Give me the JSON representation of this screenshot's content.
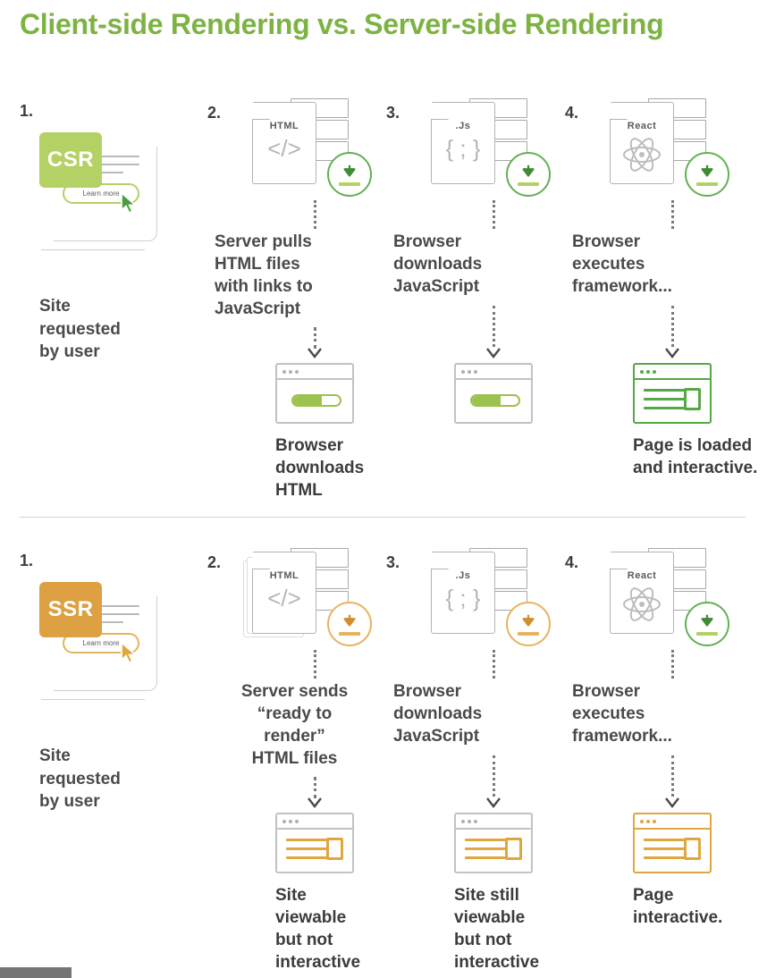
{
  "title": "Client-side Rendering vs. Server-side Rendering",
  "colors": {
    "title_green": "#7cb342",
    "csr_badge_green": "#b4d166",
    "ssr_badge_orange": "#dda043",
    "accent_green": "#56a845",
    "accent_orange": "#e0a63f",
    "text_grey": "#4a4a4a",
    "line_grey": "#c2c2c2"
  },
  "rows": [
    {
      "id": "csr",
      "badge_label": "CSR",
      "badge_color": "#b4d166",
      "pill_label": "Learn more",
      "steps": [
        {
          "number": "1.",
          "caption": "Site\nrequested\nby user"
        },
        {
          "number": "2.",
          "doc_label": "HTML",
          "doc_glyph": "</>",
          "download_color": "green",
          "text": "Server pulls\nHTML files\nwith links to\nJavaScript",
          "align": "left",
          "browser": {
            "style": "progress",
            "frame": "grey",
            "result": "Browser\ndownloads\nHTML"
          }
        },
        {
          "number": "3.",
          "doc_label": ".Js",
          "doc_glyph": "{ ; }",
          "download_color": "green",
          "text": "Browser\ndownloads\nJavaScript",
          "align": "left",
          "browser": {
            "style": "progress",
            "frame": "grey",
            "result": ""
          }
        },
        {
          "number": "4.",
          "doc_label": "React",
          "doc_glyph": "atom-icon",
          "download_color": "green",
          "text": "Browser\nexecutes\nframework...",
          "align": "left",
          "browser": {
            "style": "content",
            "frame": "green",
            "result": "Page is loaded\nand interactive."
          }
        }
      ]
    },
    {
      "id": "ssr",
      "badge_label": "SSR",
      "badge_color": "#dda043",
      "pill_label": "Learn more",
      "steps": [
        {
          "number": "1.",
          "caption": "Site\nrequested\nby user"
        },
        {
          "number": "2.",
          "doc_label": "HTML",
          "doc_glyph": "</>",
          "download_color": "orange",
          "text": "Server sends\n“ready to\nrender”\nHTML files",
          "align": "center",
          "browser": {
            "style": "content",
            "frame": "grey",
            "content_color": "orange",
            "result": "Site\nviewable\nbut not\ninteractive"
          }
        },
        {
          "number": "3.",
          "doc_label": ".Js",
          "doc_glyph": "{ ; }",
          "download_color": "orange",
          "text": "Browser\ndownloads\nJavaScript",
          "align": "left",
          "browser": {
            "style": "content",
            "frame": "grey",
            "content_color": "orange",
            "result": "Site still\nviewable\nbut not\ninteractive"
          }
        },
        {
          "number": "4.",
          "doc_label": "React",
          "doc_glyph": "atom-icon",
          "download_color": "green",
          "text": "Browser\nexecutes\nframework...",
          "align": "left",
          "browser": {
            "style": "content",
            "frame": "orange",
            "content_color": "orange",
            "result": "Page\ninteractive."
          }
        }
      ]
    }
  ]
}
